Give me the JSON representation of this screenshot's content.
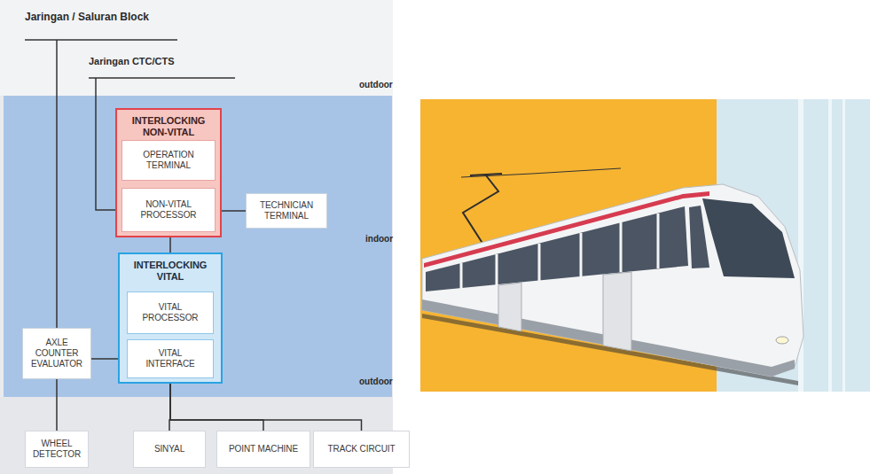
{
  "diagram": {
    "nodes": [
      {
        "text": [
          "INTERLOCKING NON-VITAL"
        ]
      },
      {
        "text": [
          "OPERATION TERMINAL"
        ],
        "in": 0
      },
      {
        "text": [
          "NON-VITAL PROCESSOR"
        ],
        "in": 0
      },
      {
        "text": [
          "TECHNICIAN TERMINAL"
        ]
      },
      {
        "text": [
          "INTERLOCKING VITAL"
        ]
      },
      {
        "text": [
          "VITAL PROCESSOR"
        ],
        "in": 4
      },
      {
        "text": [
          "VITAL INTERFACE"
        ],
        "in": 4
      },
      {
        "text": [
          "AXLE COUNTER EVALUATOR"
        ]
      },
      {
        "text": [
          "WHEEL DETECTOR"
        ]
      },
      {
        "text": [
          "SINYAL"
        ]
      },
      {
        "text": [
          "POINT MACHINE"
        ]
      },
      {
        "text": [
          "TRACK CIRCUIT"
        ]
      }
    ],
    "edges": [
      {
        "from": 2,
        "to": 3,
        "arrow": "none"
      },
      {
        "from": 0,
        "to": 4,
        "arrow": "none"
      },
      {
        "from": 7,
        "to": 6,
        "arrow": "none"
      },
      {
        "from": 7,
        "to": 8,
        "arrow": "none"
      },
      {
        "from": 6,
        "to": 9,
        "arrow": "none"
      },
      {
        "from": 6,
        "to": 10,
        "arrow": "none"
      },
      {
        "from": 6,
        "to": 11,
        "arrow": "none"
      }
    ],
    "labels": [
      "Jaringan / Saluran Block",
      "Jaringan CTC/CTS",
      "outdoor",
      "indoor",
      "outdoor"
    ]
  }
}
